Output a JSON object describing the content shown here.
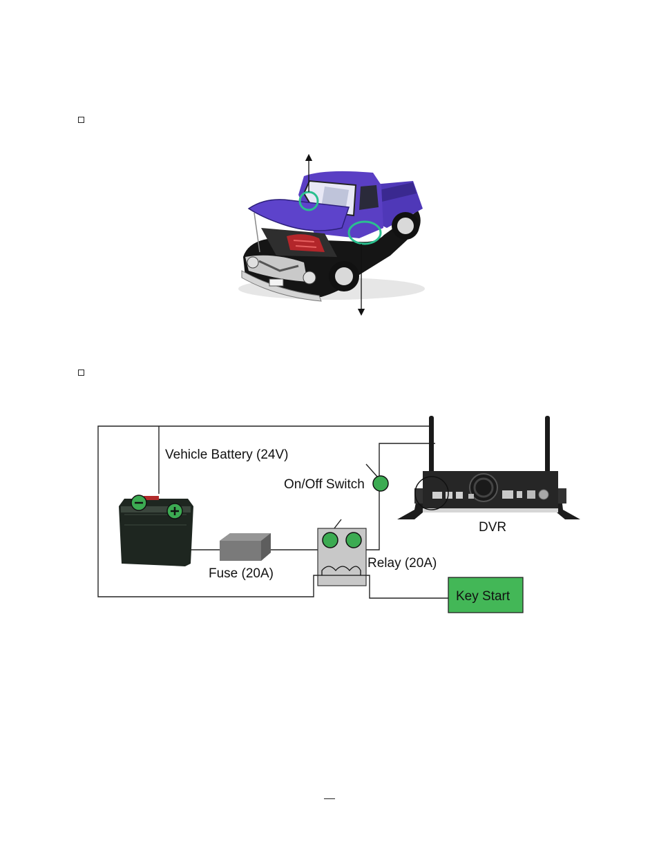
{
  "diagram": {
    "labels": {
      "vehicle_battery": "Vehicle Battery (24V)",
      "on_off_switch": "On/Off Switch",
      "dvr": "DVR",
      "fuse": "Fuse (20A)",
      "relay": "Relay (20A)",
      "key_start": "Key Start"
    },
    "colors": {
      "truck_body": "#5a3fc4",
      "highlight_ring": "#2bbf8f",
      "terminal_green": "#3cab52",
      "key_start_fill": "#43b757",
      "relay_fill": "#c8c8c8",
      "fuse_fill": "#7a7a7a",
      "wire": "#222222"
    },
    "icons": [
      "truck-photo",
      "battery-photo",
      "dvr-device-photo",
      "antenna-icon"
    ]
  }
}
